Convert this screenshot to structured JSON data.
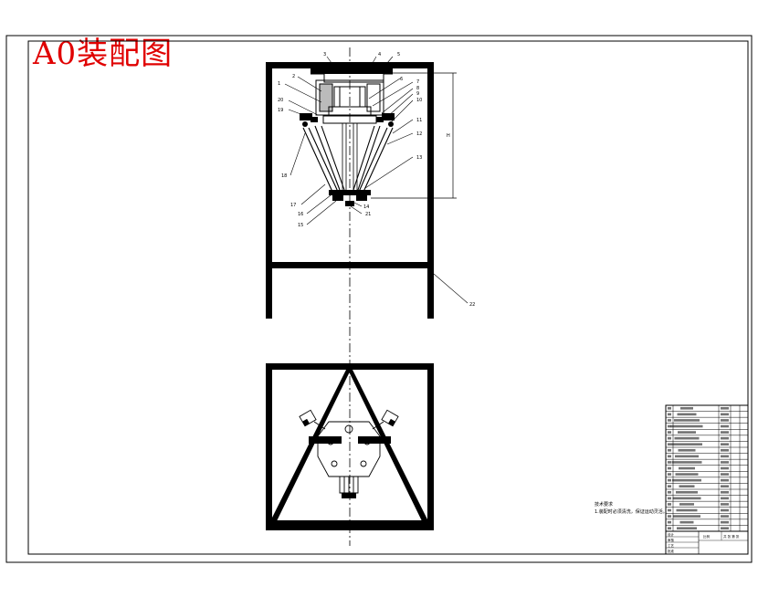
{
  "title": "A0装配图",
  "colors": {
    "stamp": "#e00000",
    "ink": "#000000",
    "paper": "#ffffff"
  },
  "part_labels": {
    "top": [
      "3",
      "4",
      "5"
    ],
    "upper_left": [
      "2",
      "1",
      "20",
      "19"
    ],
    "upper_right": [
      "6",
      "7",
      "8",
      "9",
      "10",
      "11",
      "12",
      "13"
    ],
    "mid_left": [
      "18",
      "17",
      "16",
      "15"
    ],
    "bottom": [
      "14",
      "21"
    ],
    "frame": "22"
  },
  "dimension_label": "H",
  "notes": {
    "heading": "技术要求",
    "line1": "1.装配时必须清洗，保证运动灵活。"
  },
  "title_block": {
    "rows": 21,
    "bottom_labels": [
      "设计",
      "审核",
      "工艺",
      "批准"
    ],
    "scale_label": "比例",
    "sheet_label": "共 张 第 张"
  }
}
